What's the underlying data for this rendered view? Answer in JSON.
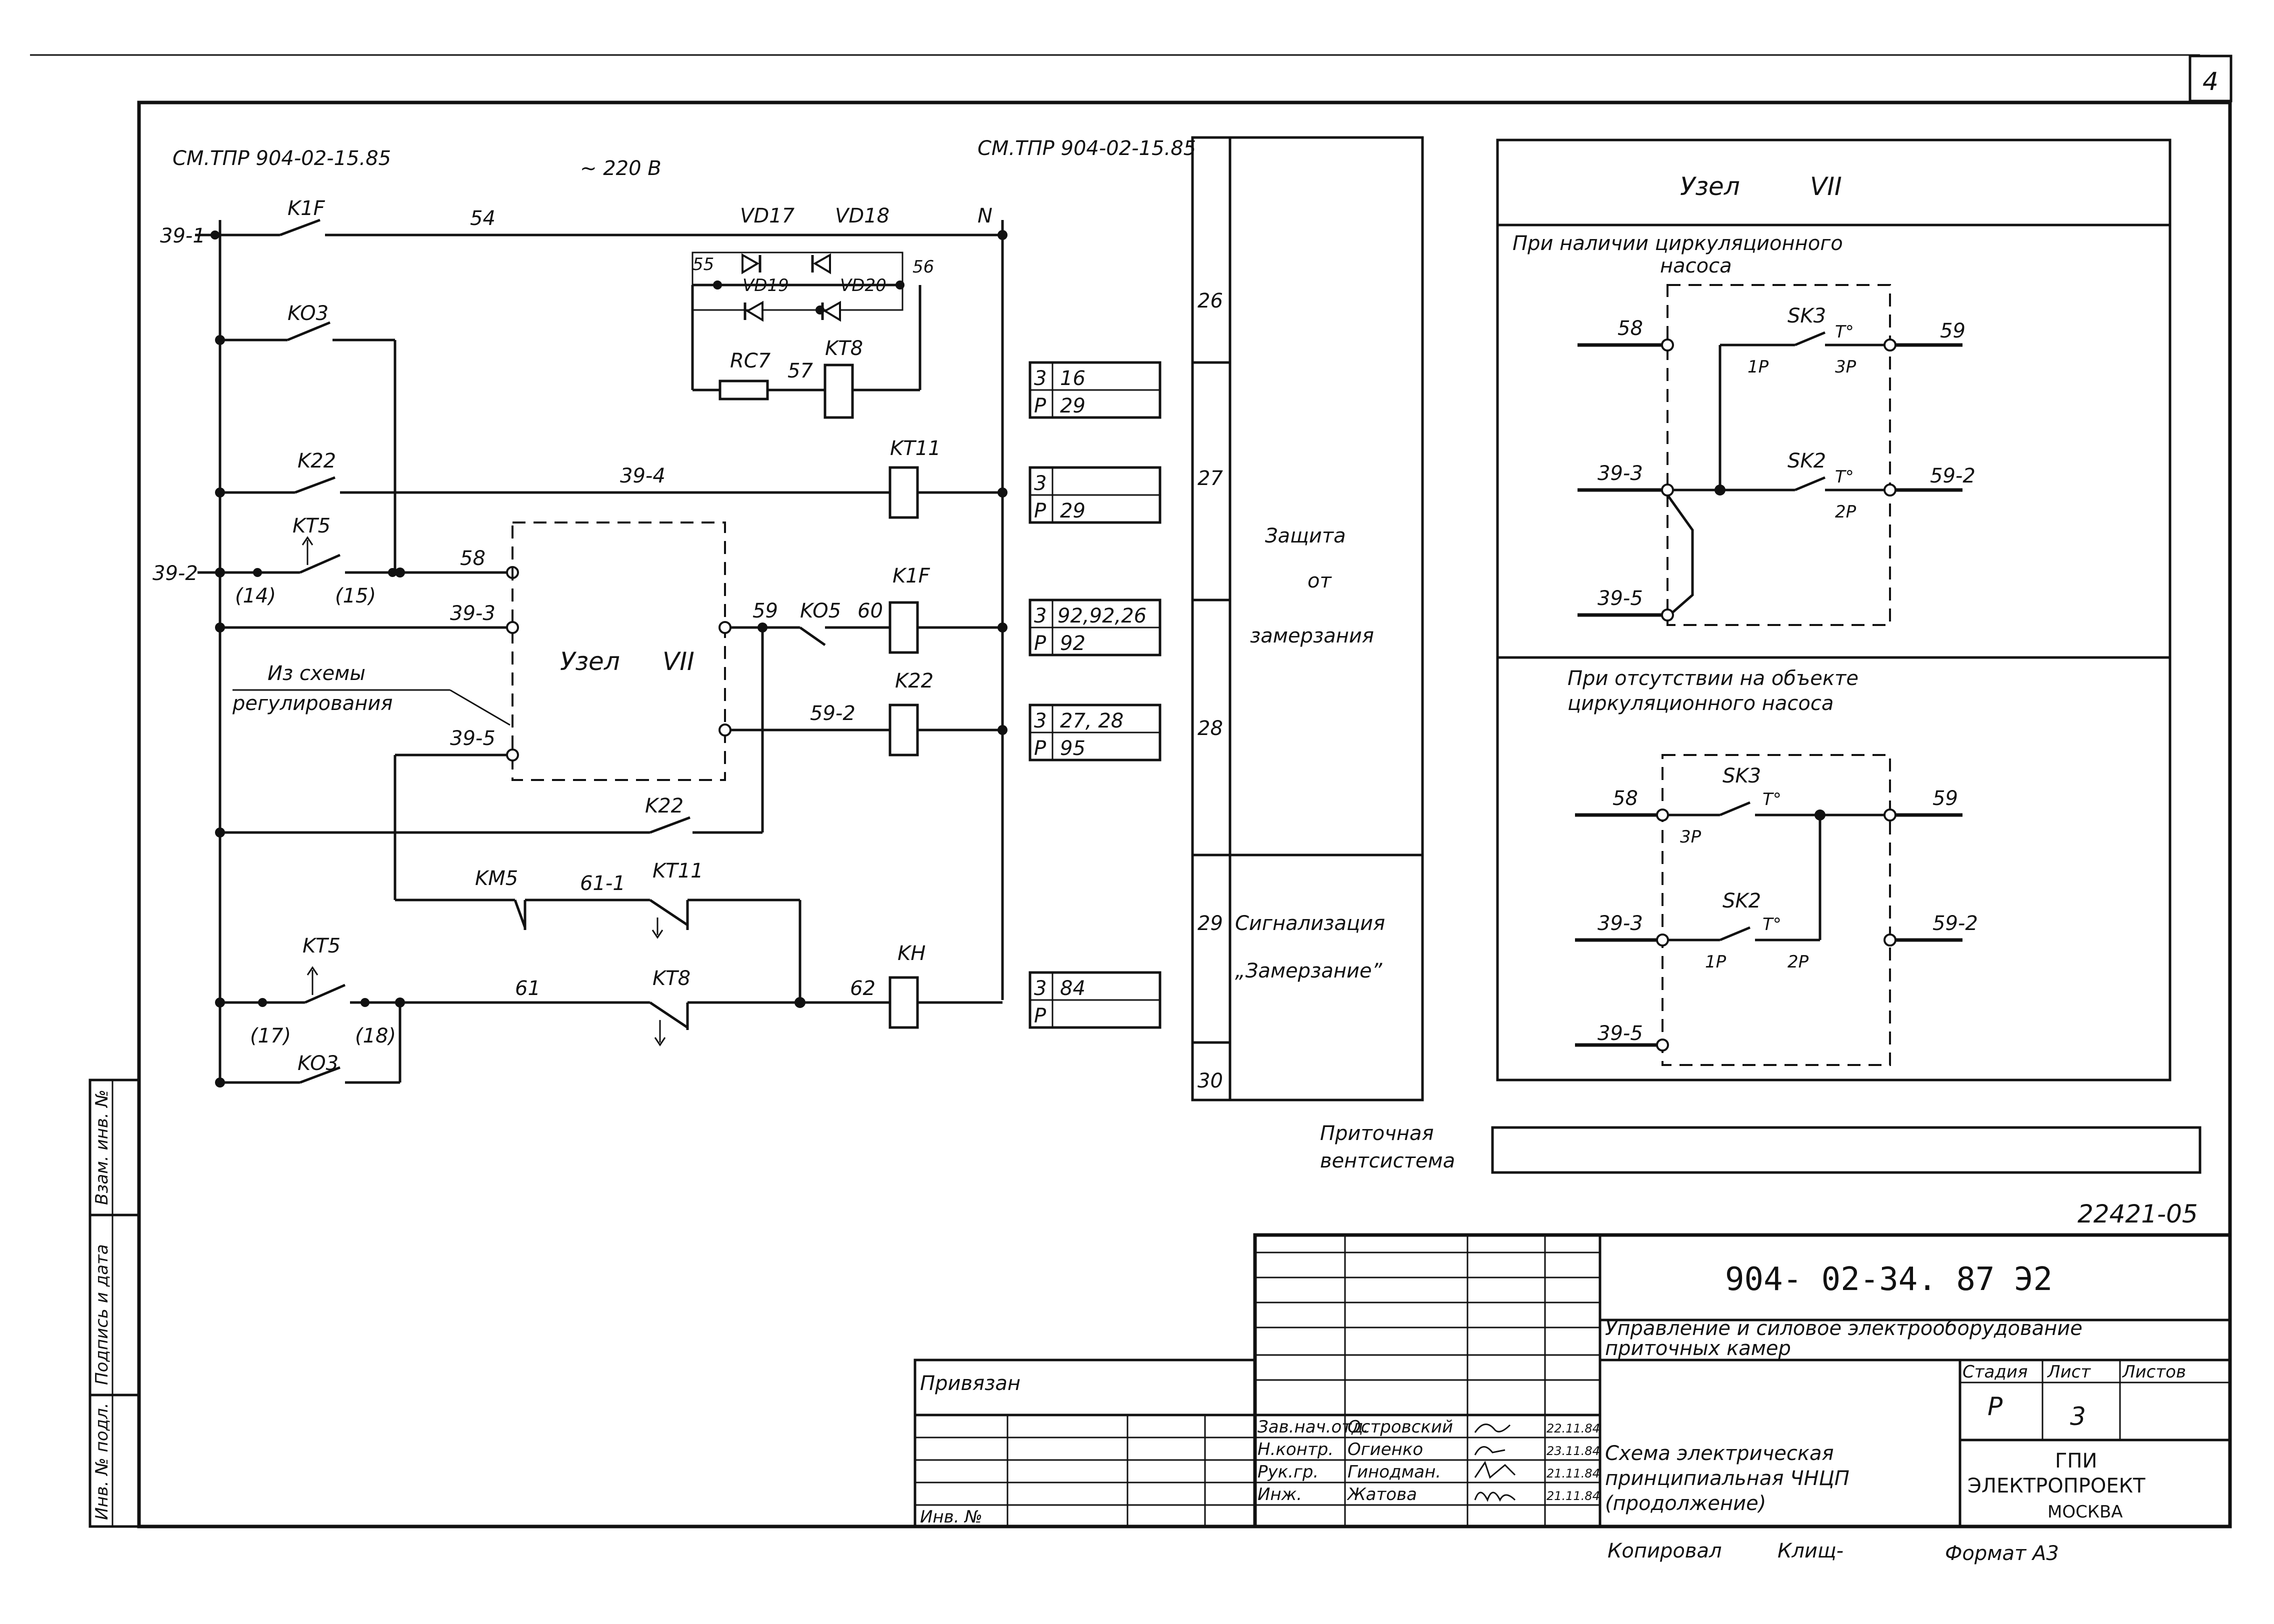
{
  "sheet_number": "4",
  "refs": {
    "left": "СМ.ТПР 904-02-15.85",
    "right": "СМ.ТПР 904-02-15.85"
  },
  "voltage": "~ 220 В",
  "wires": {
    "w39_1": "39-1",
    "w39_2": "39-2",
    "w39_3": "39-3",
    "w39_4": "39-4",
    "w39_5": "39-5",
    "w54": "54",
    "w55": "55",
    "w56": "56",
    "w57": "57",
    "w58": "58",
    "w59": "59",
    "w59_2": "59-2",
    "w60": "60",
    "w61": "61",
    "w61_1": "61-1",
    "w62": "62",
    "nN": "N"
  },
  "terminals": {
    "t14": "(14)",
    "t15": "(15)",
    "t17": "(17)",
    "t18": "(18)"
  },
  "components": {
    "k1f_contact": "K1F",
    "ko3_top": "KO3",
    "k22_top": "K22",
    "kt5_top": "KT5",
    "vd17": "VD17",
    "vd18": "VD18",
    "vd19": "VD19",
    "vd20": "VD20",
    "rc7": "RC7",
    "kt8_coil": "KT8",
    "kt11_coil": "KT11",
    "k1f_coil": "K1F",
    "ko5": "KO5",
    "k22_coil": "K22",
    "k22_contact": "K22",
    "km5": "KM5",
    "kt11_contact": "KT11",
    "kt5_bottom": "KT5",
    "kt8_contact": "KT8",
    "kh_coil": "KH",
    "ko3_bottom": "KO3"
  },
  "node_block": {
    "label": "Узел",
    "num": "VII"
  },
  "from_reg": {
    "line1": "Из схемы",
    "line2": "регулирования"
  },
  "contacts_table": [
    {
      "z": "3",
      "zval": "16",
      "r": "P",
      "rval": "29"
    },
    {
      "z": "3",
      "zval": "",
      "r": "P",
      "rval": "29"
    },
    {
      "z": "3",
      "zval": "92,92,26",
      "r": "P",
      "rval": "92"
    },
    {
      "z": "3",
      "zval": "27, 28",
      "r": "P",
      "rval": "95"
    },
    {
      "z": "3",
      "zval": "84",
      "r": "P",
      "rval": ""
    }
  ],
  "rows": {
    "r26": "26",
    "r27": "27",
    "r28": "28",
    "r29": "29",
    "r30": "30"
  },
  "func": {
    "protect1": "Защита",
    "protect2": "от",
    "protect3": "замерзания",
    "signal1": "Сигнализация",
    "signal2": "„Замерзание”"
  },
  "detail": {
    "title": "Узел",
    "title_num": "VII",
    "case1_line1": "При наличии циркуляционного",
    "case1_line2": "насоса",
    "case2_line1": "При отсутствии на объекте",
    "case2_line2": "циркуляционного насоса",
    "w58": "58",
    "w59": "59",
    "w39_3": "39-3",
    "w59_2": "59-2",
    "w39_5": "39-5",
    "sk3": "SK3",
    "sk2": "SK2",
    "t": "T°",
    "p1": "1P",
    "p2": "2P",
    "p3": "3P"
  },
  "vent": {
    "line1": "Приточная",
    "line2": "вентсистема"
  },
  "doc_number": "22421-05",
  "title_block": {
    "code": "904- 02-34. 87  Э2",
    "subject_line1": "Управление и силовое электрооборудование",
    "subject_line2": "приточных камер",
    "privyazan": "Привязан",
    "inv": "Инв. №",
    "stage_h": "Стадия",
    "sheet_h": "Лист",
    "sheets_h": "Листов",
    "stage": "Р",
    "sheet": "3",
    "drawing_line1": "Схема электрическая",
    "drawing_line2": "принципиальная ЧНЦП",
    "drawing_line3": "(продолжение)",
    "org1": "ГПИ",
    "org2": "ЭЛЕКТРОПРОЕКТ",
    "org3": "МОСКВА",
    "signers": [
      {
        "role": "Зав.нач.отд.",
        "name": "Островский",
        "date": "22.11.84"
      },
      {
        "role": "Н.контр.",
        "name": "Огиенко",
        "date": "23.11.84"
      },
      {
        "role": "Рук.гр.",
        "name": "Гинодман.",
        "date": "21.11.84"
      },
      {
        "role": "Инж.",
        "name": "Жатова",
        "date": "21.11.84"
      }
    ]
  },
  "side_stamp": {
    "a": "Инв. № подл.",
    "b": "Подпись и дата",
    "c": "Взам. инв. №"
  },
  "footer": {
    "copied": "Копировал",
    "copied_by": "Клищ-",
    "format": "Формат А3"
  }
}
